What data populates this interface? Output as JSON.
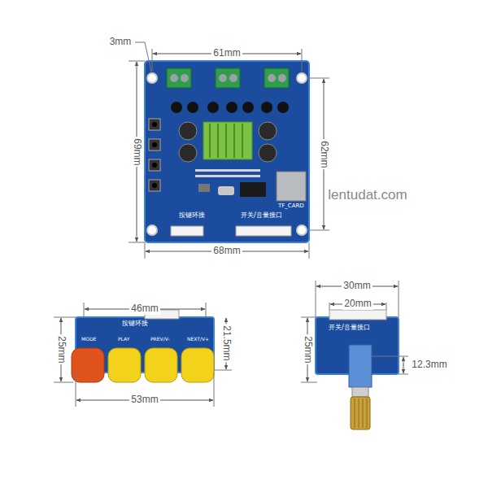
{
  "diagram": {
    "nodes": [
      {
        "text": [
          "按键环接",
          "开关/音量接口",
          "TF_CARD"
        ]
      },
      {
        "text": [
          "按键环接",
          "MODE",
          "PLAY",
          "PREV/V-",
          "NEXT/V+"
        ]
      },
      {
        "text": [
          "开关/音量接口"
        ]
      }
    ],
    "labels": [
      "3mm",
      "61mm",
      "69mm",
      "62mm",
      "68mm",
      "lentudat.com",
      "46mm",
      "25mm",
      "21.5mm",
      "53mm",
      "30mm",
      "20mm",
      "25mm",
      "12.3mm"
    ]
  }
}
